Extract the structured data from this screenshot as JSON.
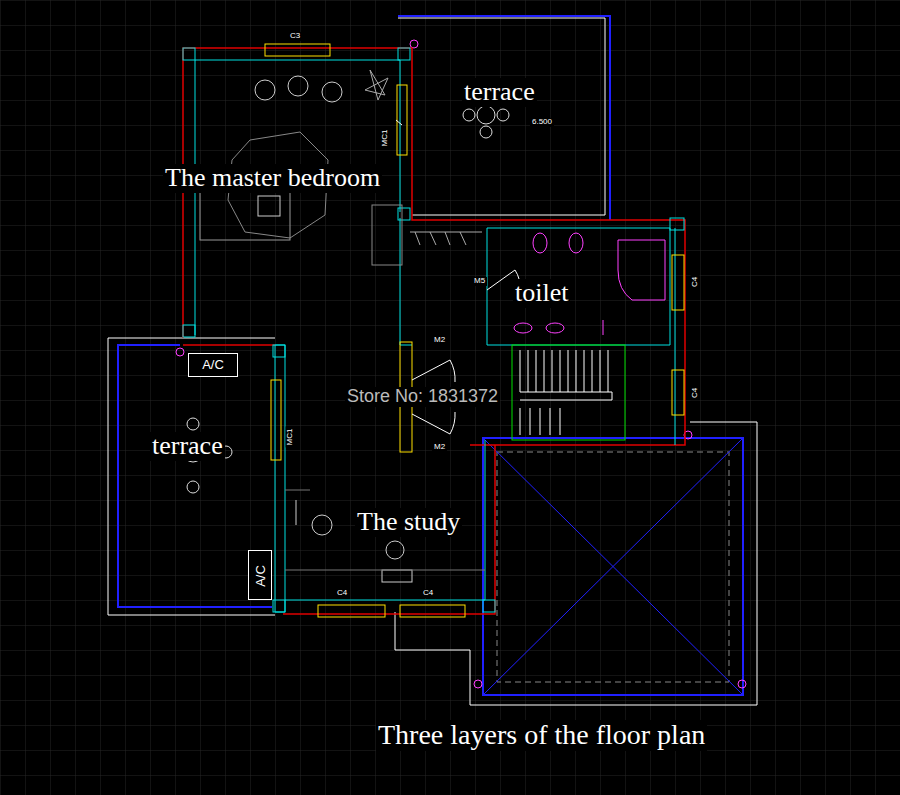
{
  "diagram": {
    "caption": "Three layers of the floor plan",
    "nodes": [
      {
        "text": [
          "A/C"
        ]
      },
      {
        "text": [
          "A/C"
        ]
      }
    ],
    "labels": [
      "The master bedroom",
      "terrace",
      "6.500",
      "C3",
      "MC1",
      "toilet",
      "M5",
      "M2",
      "M2",
      "C4",
      "C4",
      "terrace",
      "MC1",
      "The study",
      "C4",
      "C4",
      "Store No: 1831372"
    ]
  }
}
